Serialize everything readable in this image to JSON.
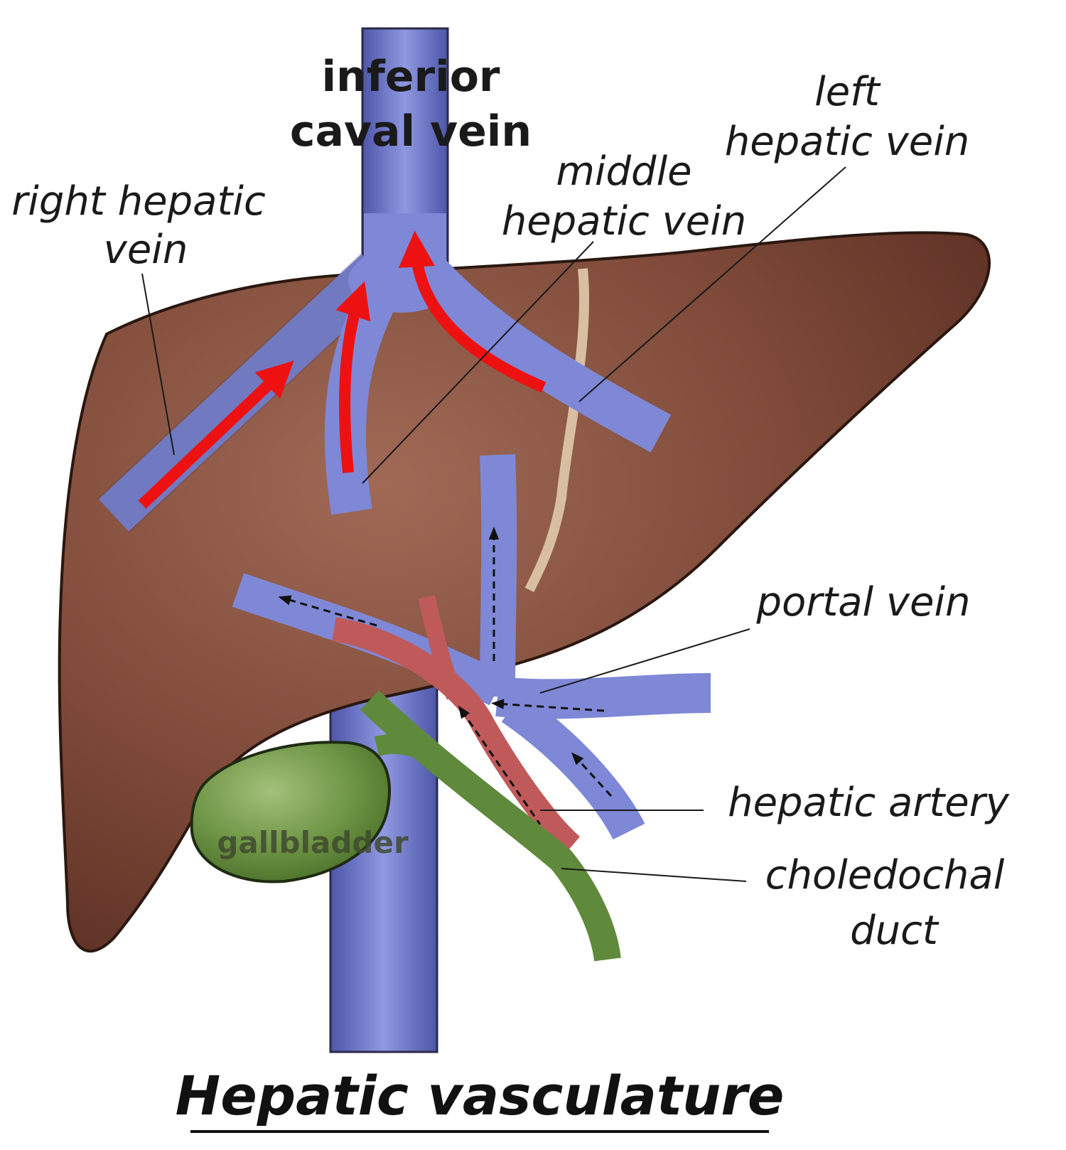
{
  "title": "Hepatic vasculature",
  "labels": {
    "ivc_line1": "inferior",
    "ivc_line2": "caval vein",
    "right_hv_line1": "right hepatic",
    "right_hv_line2": "vein",
    "middle_hv_line1": "middle",
    "middle_hv_line2": "hepatic vein",
    "left_hv_line1": "left",
    "left_hv_line2": "hepatic vein",
    "portal_vein": "portal vein",
    "hepatic_artery": "hepatic artery",
    "choledochal_line1": "choledochal",
    "choledochal_line2": "duct",
    "gallbladder": "gallbladder"
  },
  "colors": {
    "liver": "#7a4534",
    "liver_light": "#9c6552",
    "ligament": "#d8bfa2",
    "vein": "#7e88d6",
    "vein_dark": "#5b63b8",
    "flow_arrow": "#ee1111",
    "artery": "#c05a5a",
    "bile": "#5f8a3c",
    "gallbladder": "#6f9444"
  },
  "icons": [
    "flow-arrow-icon"
  ]
}
